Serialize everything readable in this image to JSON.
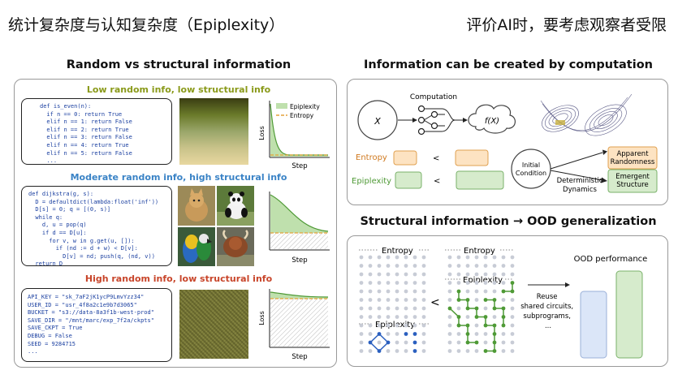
{
  "header": {
    "left": "统计复杂度与认知复杂度（Epiplexity）",
    "right": "评价AI时，要考虑观察者受限"
  },
  "left_panel": {
    "title": "Random vs structural information",
    "rows": [
      {
        "title": "Low random info, low structural info",
        "color": "#8a9a1a",
        "code": [
          "def is_even(n):",
          "  if n == 0: return True",
          "  elif n == 1: return False",
          "  elif n == 2: return True",
          "  elif n == 3: return False",
          "  elif n == 4: return True",
          "  elif n == 5: return False",
          "  ..."
        ]
      },
      {
        "title": "Moderate random info, high structural info",
        "color": "#3a83c6",
        "code": [
          "def dijkstra(g, s):",
          "  D = defaultdict(lambda:float('inf'))",
          "  D[s] = 0; q = [(0, s)]",
          "  while q:",
          "    d, u = pop(q)",
          "    if d == D[u]:",
          "      for v, w in g.get(u, []):",
          "        if (nd := d + w) < D[v]:",
          "          D[v] = nd; push(q, (nd, v))",
          "  return D"
        ]
      },
      {
        "title": "High random info, low structural info",
        "color": "#c8452a",
        "code": [
          "API_KEY = \"sk_7aF2jK1ycP9LmvYzz34\"",
          "USER_ID = \"usr_4f8a2c1e9b7d3065\"",
          "BUCKET = \"s3://data-8a3f1b-west-prod\"",
          "SAVE_DIR = \"/mnt/marc/exp_7f2a/ckpts\"",
          "SAVE_CKPT = True",
          "DEBUG = False",
          "SEED = 9284715",
          "..."
        ]
      }
    ],
    "legend": {
      "epiplexity": "Epiplexity",
      "entropy": "Entropy"
    },
    "ylabel": "Loss",
    "xlabel": "Step"
  },
  "right_top": {
    "title": "Information can be created by computation",
    "x_label": "X",
    "fx_label": "f(X)",
    "computation_label": "Computation",
    "entropy_label": "Entropy",
    "epiplexity_label": "Epiplexity",
    "lt1": "<",
    "lt2": "<",
    "initial_condition": "Initial Condition",
    "deterministic_dynamics": "Deterministic Dynamics",
    "apparent_randomness": "Apparent Randomness",
    "emergent_structure": "Emergent Structure",
    "colors": {
      "entropy_fill": "#fde3c2",
      "entropy_border": "#e0a050",
      "epiplexity_fill": "#d6ebcc",
      "epiplexity_border": "#7ab26a"
    }
  },
  "right_bottom": {
    "title": "Structural information → OOD generalization",
    "entropy_label_1": "Entropy",
    "entropy_label_2": "Entropy",
    "epiplexity_label_1": "Epiplexity",
    "epiplexity_label_2": "Epiplexity",
    "lt": "<",
    "reuse_text": [
      "Reuse",
      "shared circuits,",
      "subprograms,",
      "..."
    ],
    "ood_label": "OOD performance",
    "colors": {
      "bar1": "#dbe6f8",
      "bar2": "#d6ebcc"
    }
  }
}
